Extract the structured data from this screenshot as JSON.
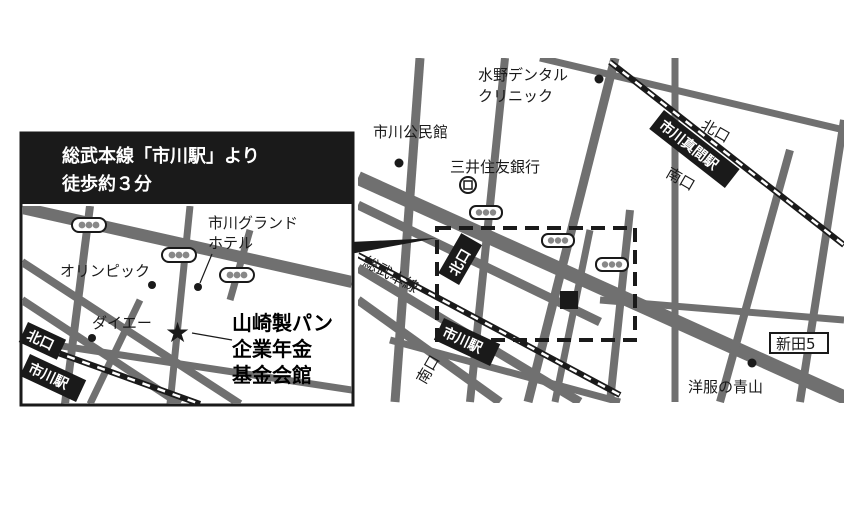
{
  "header": {
    "line1": "総武本線「市川駅」より",
    "line2": "徒歩約３分"
  },
  "destination": {
    "line1": "山崎製パン",
    "line2": "企業年金",
    "line3": "基金会館"
  },
  "inset_labels": {
    "hotel1": "市川グランド",
    "hotel2": "ホテル",
    "olympic": "オリンピック",
    "daiei": "ダイエー",
    "north_exit": "北口",
    "station": "市川駅"
  },
  "main_labels": {
    "dental1": "水野デンタル",
    "dental2": "クリニック",
    "hall": "市川公民館",
    "bank": "三井住友銀行",
    "line": "総武本線",
    "north_exit": "北口",
    "station": "市川駅",
    "south_exit": "南口",
    "mama_station": "市川真間駅",
    "mama_north": "北口",
    "mama_south": "南口",
    "shinden": "新田5",
    "aoyama": "洋服の青山"
  },
  "colors": {
    "road": "#707070",
    "dark": "#1a1a1a",
    "light": "#ffffff"
  }
}
